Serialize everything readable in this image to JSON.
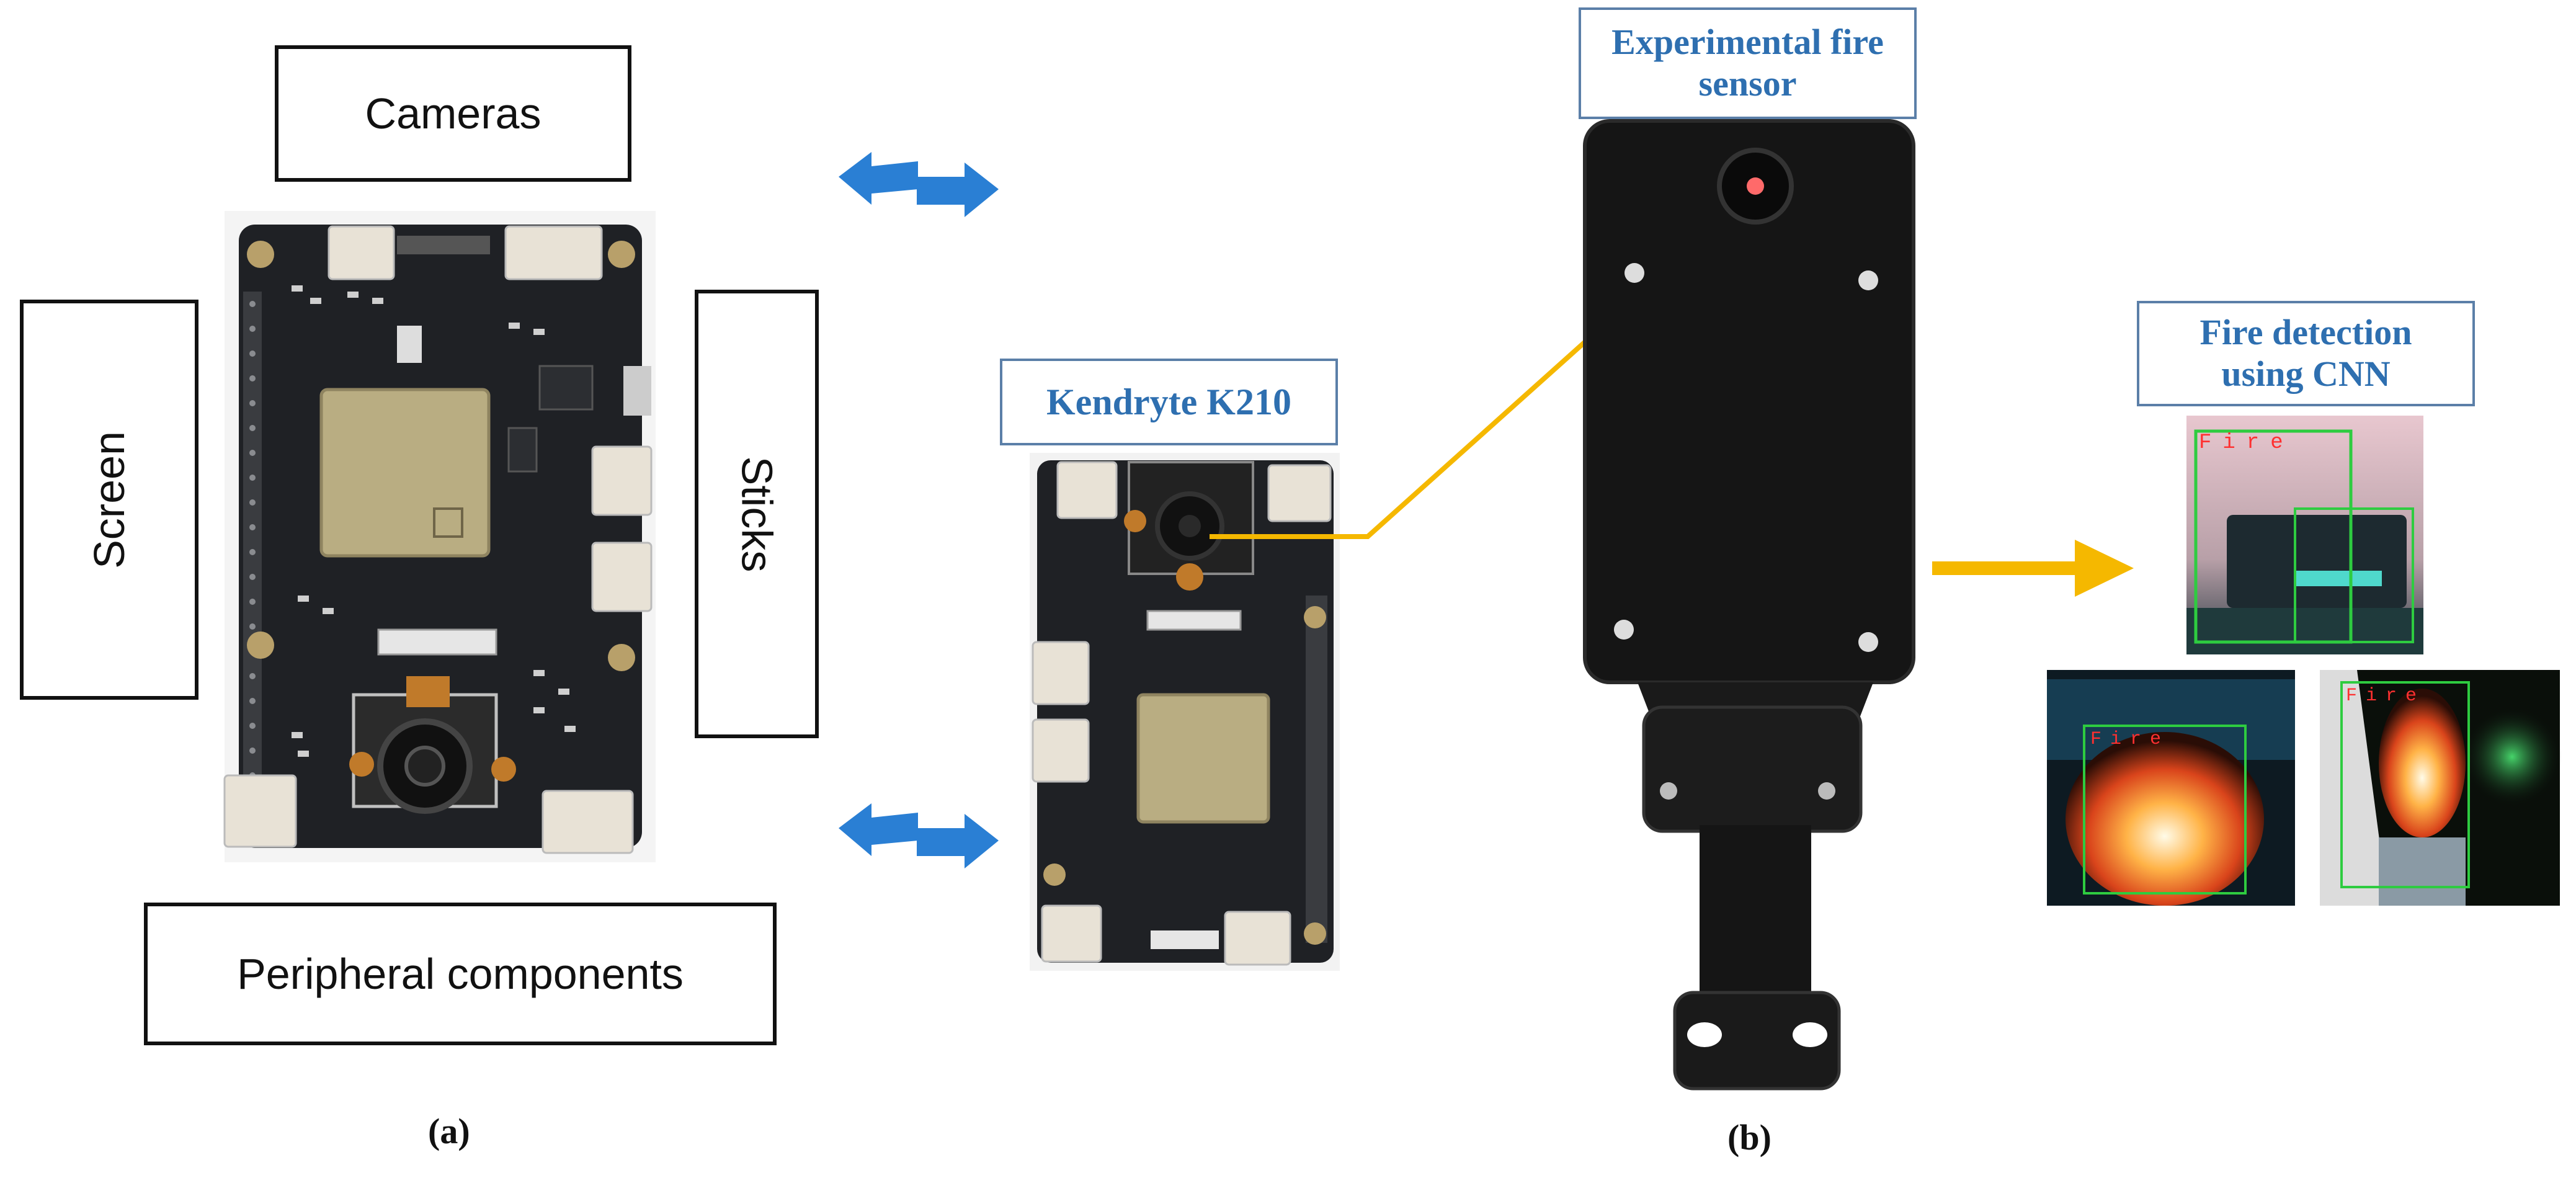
{
  "panel_a": {
    "labels": {
      "cameras": "Cameras",
      "screen": "Screen",
      "sticks": "Sticks",
      "peripheral": "Peripheral components"
    },
    "caption": "(a)"
  },
  "panel_b": {
    "kendryte_label": "Kendryte K210",
    "sensor_label": "Experimental fire sensor",
    "cnn_label": "Fire detection using CNN",
    "fire_tag": "Fire",
    "caption": "(b)"
  },
  "colors": {
    "arrow_blue": "#2a7fd4",
    "arrow_yellow": "#f5b800",
    "label_blue": "#2e6fb0",
    "board_dark": "#1f2125"
  }
}
